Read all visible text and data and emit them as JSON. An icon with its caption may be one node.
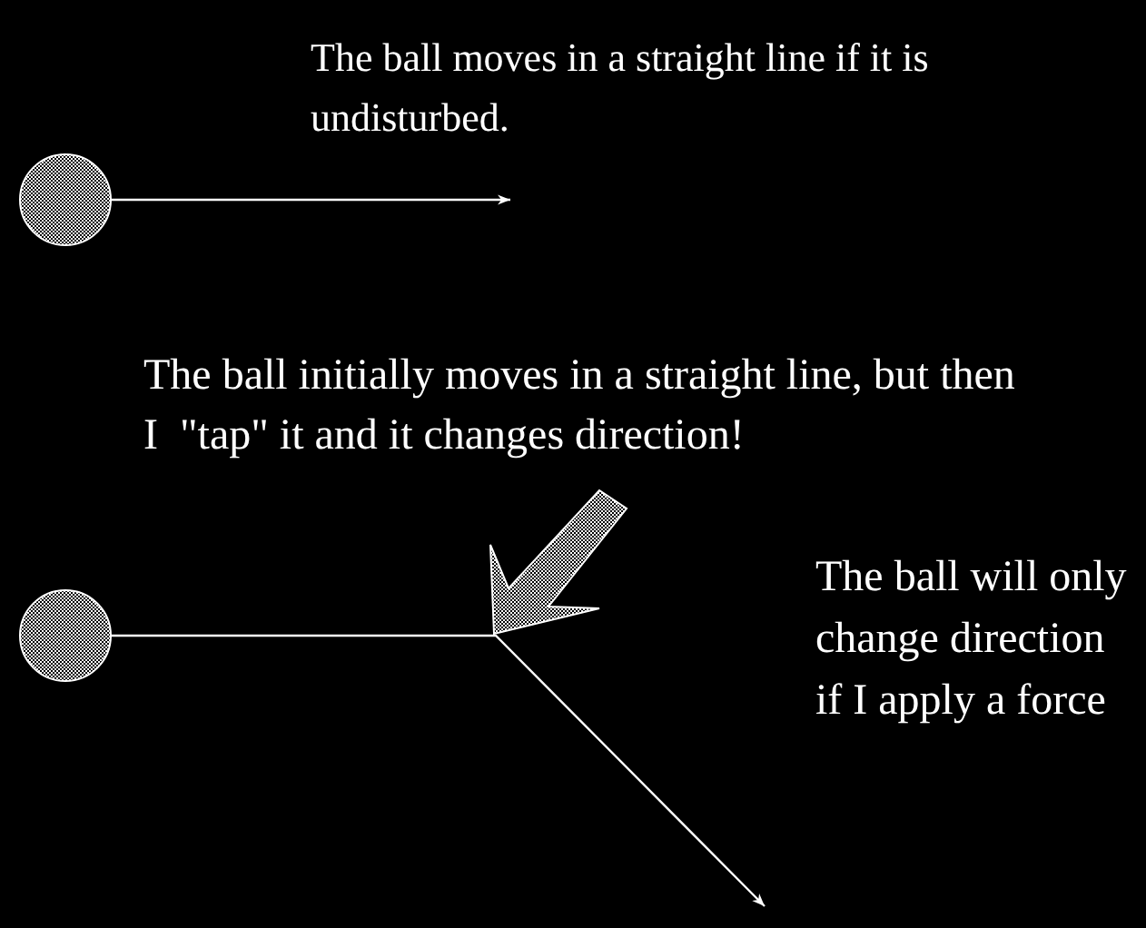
{
  "diagram": {
    "nodes": [
      {
        "text": [],
        "shape": "circle"
      },
      {
        "text": [],
        "shape": "circle"
      }
    ],
    "edges": [
      {
        "from": 0,
        "to": null,
        "arrow": "to"
      },
      {
        "from": 1,
        "to": null,
        "arrow": "to"
      }
    ],
    "labels": [
      "The ball moves in a straight line if it is undisturbed.",
      "The ball initially moves in a straight line, but then I  \"tap\" it and it changes direction!",
      "The ball will only change direction if I apply a force"
    ]
  }
}
